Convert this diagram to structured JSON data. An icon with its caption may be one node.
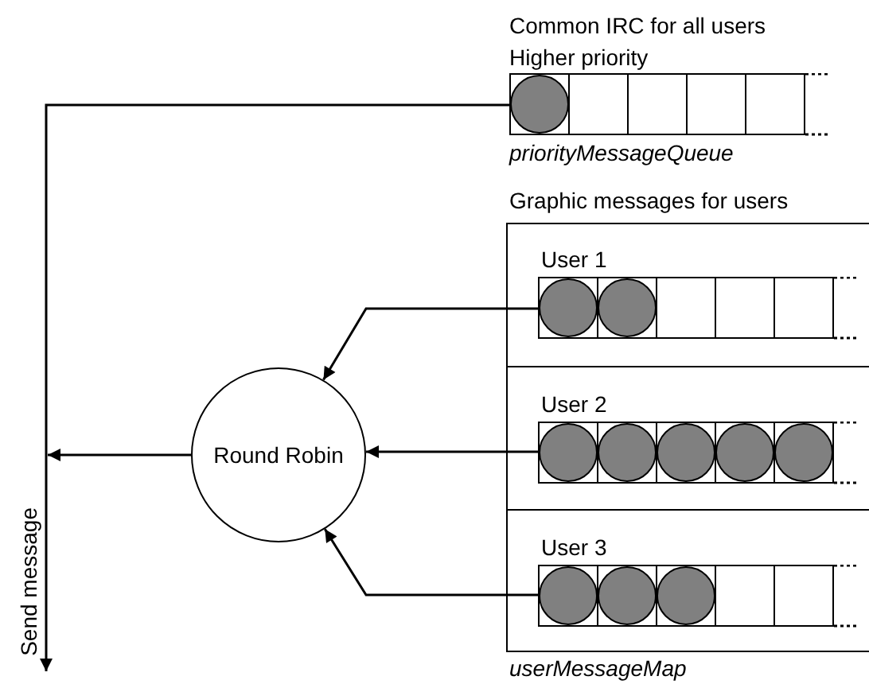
{
  "diagram": {
    "nodes": [
      {
        "text": [
          "Common IRC for all users",
          "Higher priority",
          "priorityMessageQueue"
        ]
      },
      {
        "text": [
          "Graphic messages for users",
          "userMessageMap"
        ]
      },
      {
        "text": [
          "User 1"
        ],
        "in": 1
      },
      {
        "text": [
          "User 2"
        ],
        "in": 1
      },
      {
        "text": [
          "User 3"
        ],
        "in": 1
      },
      {
        "text": [
          "Round Robin"
        ]
      }
    ],
    "edges": [
      {
        "from": 0,
        "to": null,
        "arrow": "to",
        "label": "Send message"
      },
      {
        "from": 5,
        "to": null,
        "arrow": "to"
      },
      {
        "from": 2,
        "to": 5,
        "arrow": "to"
      },
      {
        "from": 3,
        "to": 5,
        "arrow": "to"
      },
      {
        "from": 4,
        "to": 5,
        "arrow": "to"
      }
    ]
  }
}
